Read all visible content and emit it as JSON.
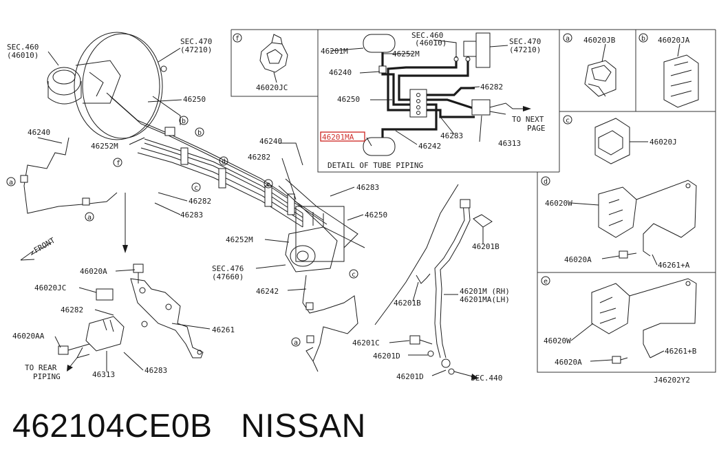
{
  "footer": {
    "part_number": "462104CE0B",
    "brand": "NISSAN"
  },
  "diagram_code": "J46202Y2",
  "detail_title": "DETAIL OF TUBE PIPING",
  "highlight_color": "#d0312d",
  "main_labels": {
    "sec460": "SEC.460",
    "sec460_code": "(46010)",
    "sec470": "SEC.470",
    "sec470_code": "(47210)",
    "p46250_top": "46250",
    "p46240_left": "46240",
    "p46252M_top": "46252M",
    "p46240_mid": "46240",
    "p46282_mid": "46282",
    "p46283_right": "46283",
    "p46282_left": "46282",
    "p46283_left": "46283",
    "p46250_mid": "46250",
    "p46252M_mid": "46252M",
    "sec476": "SEC.476",
    "sec476_code": "(47660)",
    "p46242": "46242",
    "front": "FRONT",
    "p46020A": "46020A",
    "p46020JC": "46020JC",
    "p46282_low": "46282",
    "p46261": "46261",
    "p46020AA": "46020AA",
    "p46313": "46313",
    "p46283_low": "46283",
    "to_rear_1": "TO REAR",
    "to_rear_2": "PIPING",
    "p46201B_top": "46201B",
    "p46201B_mid": "46201B",
    "p46201M_rh": "46201M (RH)",
    "p46201MA_lh": "46201MA(LH)",
    "p46201C": "46201C",
    "p46201D_1": "46201D",
    "p46201D_2": "46201D",
    "sec440": "SEC.440"
  },
  "detail_labels": {
    "p46201M": "46201M",
    "sec460": "SEC.460",
    "sec460_code": "(46010)",
    "sec470": "SEC.470",
    "sec470_code": "(47210)",
    "p46252M": "46252M",
    "p46240": "46240",
    "p46282": "46282",
    "p46250": "46250",
    "to_next_1": "TO NEXT",
    "to_next_2": "PAGE",
    "p46283": "46283",
    "p46201MA": "46201MA",
    "p46242": "46242",
    "p46313": "46313"
  },
  "panels": {
    "f": {
      "letter": "f",
      "part": "46020JC"
    },
    "a": {
      "letter": "a",
      "part": "46020JB"
    },
    "b": {
      "letter": "b",
      "part": "46020JA"
    },
    "c": {
      "letter": "c",
      "part": "46020J"
    },
    "d": {
      "letter": "d",
      "part_main": "46020W",
      "part_bolt": "46020A",
      "part_bracket": "46261+A"
    },
    "e": {
      "letter": "e",
      "part_main": "46020W",
      "part_bolt": "46020A",
      "part_bracket": "46261+B"
    }
  },
  "callouts": {
    "a1": "a",
    "a2": "a",
    "a3": "a",
    "b1": "b",
    "b2": "b",
    "c1": "c",
    "c2": "c",
    "d1": "d",
    "e1": "e",
    "f1": "f"
  }
}
